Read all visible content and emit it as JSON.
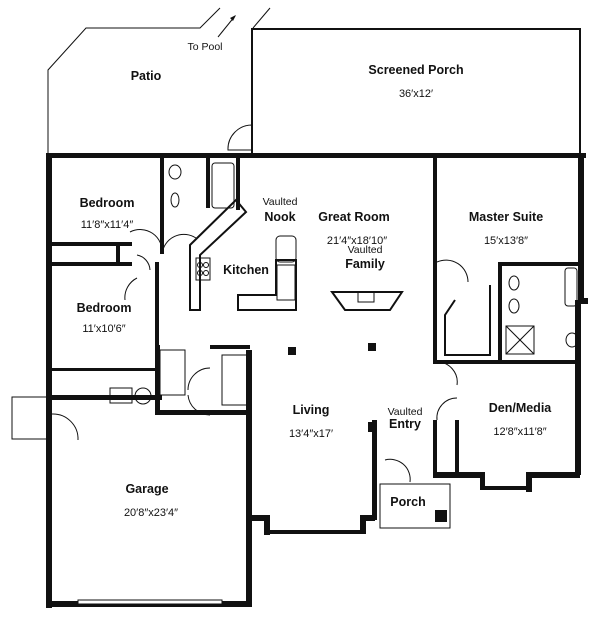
{
  "rooms": {
    "patio": {
      "name": "Patio"
    },
    "to_pool": {
      "name": "To Pool"
    },
    "screened_porch": {
      "name": "Screened Porch",
      "size": "36′x12′"
    },
    "bedroom1": {
      "name": "Bedroom",
      "size": "11′8″x11′4″"
    },
    "bedroom2": {
      "name": "Bedroom",
      "size": "11′x10′6″"
    },
    "nook": {
      "note": "Vaulted",
      "name": "Nook"
    },
    "great_room": {
      "name": "Great Room",
      "size": "21′4″x18′10″"
    },
    "family": {
      "note": "Vaulted",
      "name": "Family"
    },
    "kitchen": {
      "name": "Kitchen"
    },
    "master_suite": {
      "name": "Master Suite",
      "size": "15′x13′8″"
    },
    "den": {
      "name": "Den/Media",
      "size": "12′8″x11′8″"
    },
    "living": {
      "name": "Living",
      "size": "13′4″x17′"
    },
    "entry": {
      "note": "Vaulted",
      "name": "Entry"
    },
    "porch": {
      "name": "Porch"
    },
    "garage": {
      "name": "Garage",
      "size": "20′8″x23′4″"
    }
  }
}
